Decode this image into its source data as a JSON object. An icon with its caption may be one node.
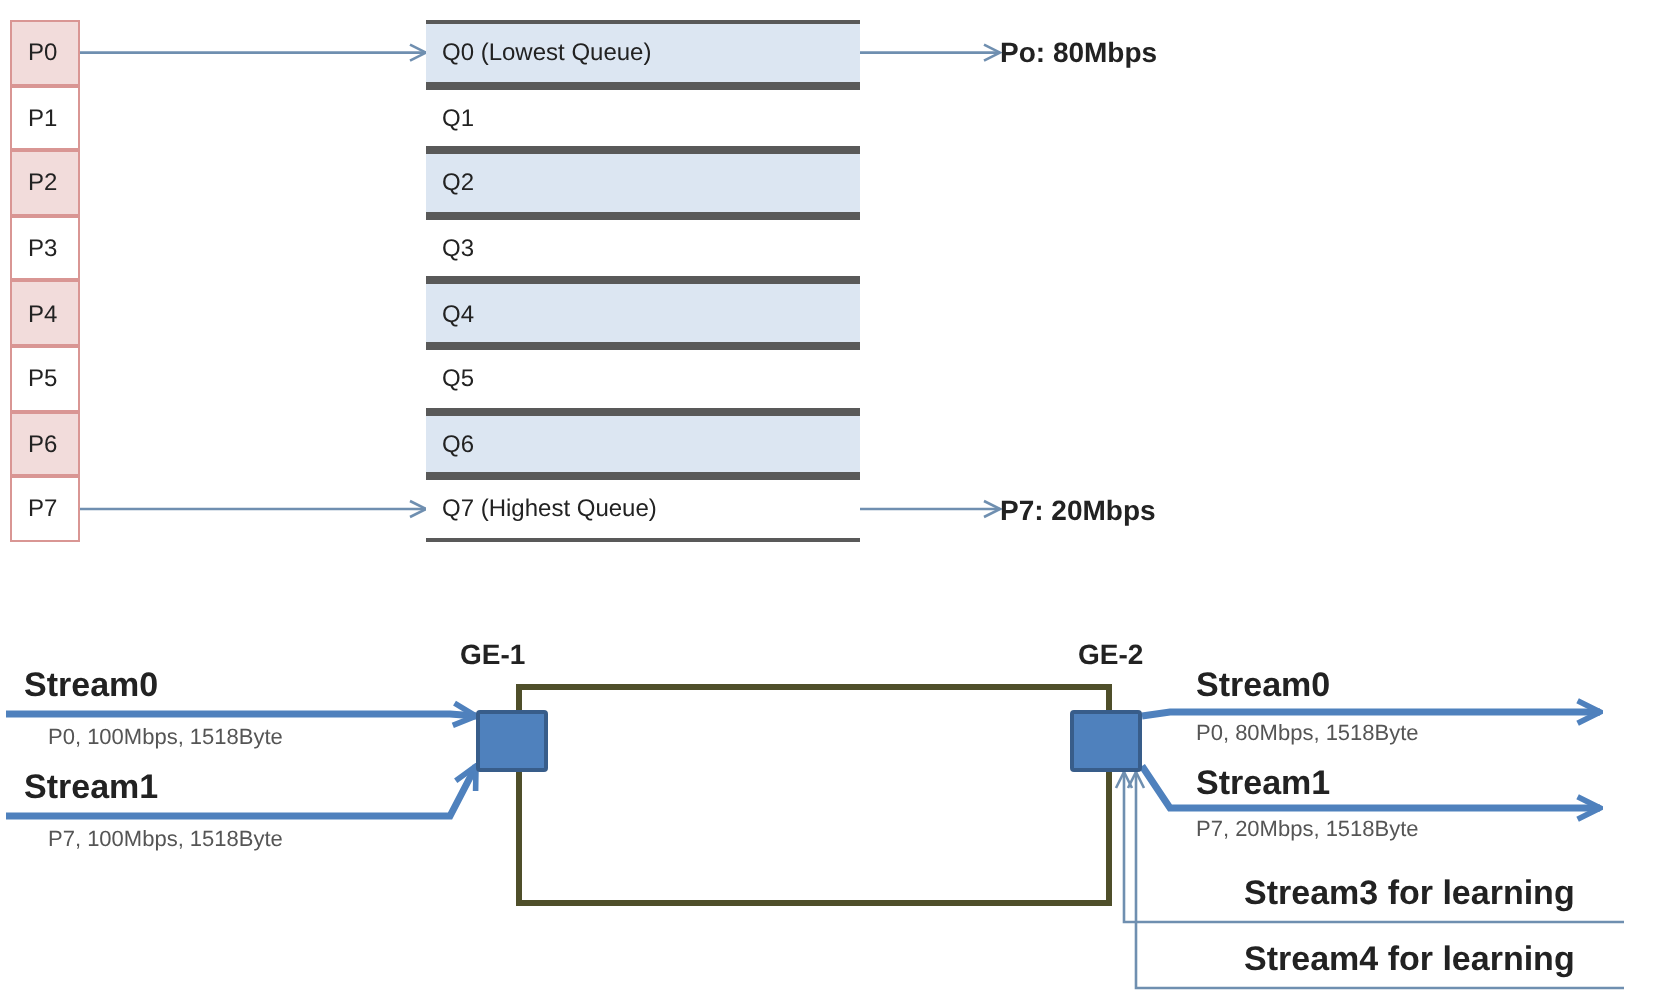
{
  "diagram": {
    "nodes": [
      {
        "text": [
          "P0"
        ]
      },
      {
        "text": [
          "P1"
        ]
      },
      {
        "text": [
          "P2"
        ]
      },
      {
        "text": [
          "P3"
        ]
      },
      {
        "text": [
          "P4"
        ]
      },
      {
        "text": [
          "P5"
        ]
      },
      {
        "text": [
          "P6"
        ]
      },
      {
        "text": [
          "P7"
        ]
      },
      {
        "text": [
          "Q0 (Lowest Queue)"
        ]
      },
      {
        "text": [
          "Q1"
        ]
      },
      {
        "text": [
          "Q2"
        ]
      },
      {
        "text": [
          "Q3"
        ]
      },
      {
        "text": [
          "Q4"
        ]
      },
      {
        "text": [
          "Q5"
        ]
      },
      {
        "text": [
          "Q6"
        ]
      },
      {
        "text": [
          "Q7 (Highest Queue)"
        ]
      },
      {
        "text": [
          "Po: 80Mbps"
        ]
      },
      {
        "text": [
          "P7: 20Mbps"
        ]
      },
      {
        "text": [],
        "shape": "box"
      },
      {
        "text": [
          "GE-1"
        ]
      },
      {
        "text": [
          "GE-2"
        ]
      }
    ],
    "edges": [
      {
        "from": 0,
        "to": 8,
        "arrow": "to"
      },
      {
        "from": 7,
        "to": 15,
        "arrow": "to"
      },
      {
        "from": 8,
        "to": 16,
        "arrow": "to"
      },
      {
        "from": 15,
        "to": 17,
        "arrow": "to"
      },
      {
        "from": null,
        "to": 19,
        "arrow": "to",
        "label": "Stream0",
        "style": "thick"
      },
      {
        "from": null,
        "to": 19,
        "arrow": "to",
        "label": "Stream1",
        "style": "thick"
      },
      {
        "from": 20,
        "to": null,
        "arrow": "to",
        "label": "Stream0",
        "style": "thick"
      },
      {
        "from": 20,
        "to": null,
        "arrow": "to",
        "label": "Stream1",
        "style": "thick"
      },
      {
        "from": null,
        "to": 20,
        "arrow": "to",
        "label": "Stream3 for learning"
      },
      {
        "from": null,
        "to": 20,
        "arrow": "to",
        "label": "Stream4 for learning"
      }
    ],
    "labels": [
      "P0, 100Mbps, 1518Byte",
      "P7, 100Mbps, 1518Byte",
      "P0, 80Mbps, 1518Byte",
      "P7, 20Mbps, 1518Byte"
    ]
  }
}
